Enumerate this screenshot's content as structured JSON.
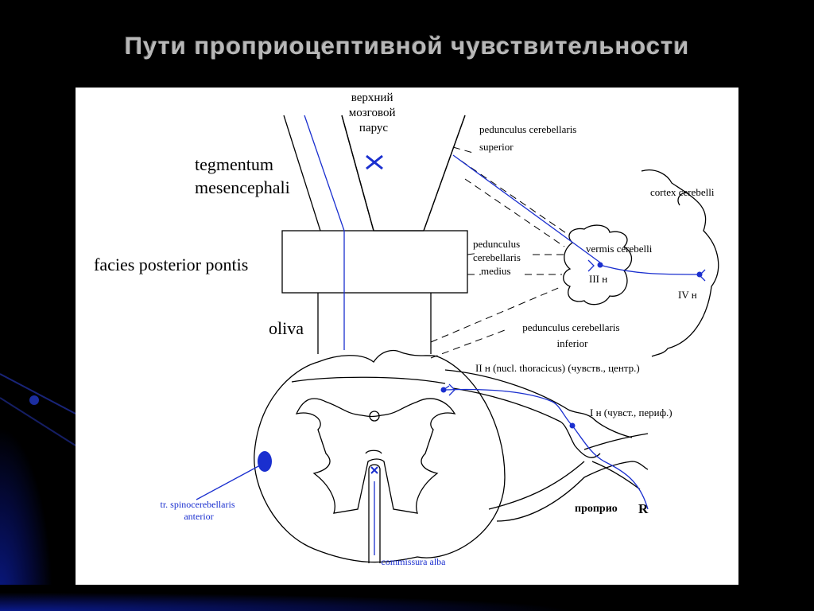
{
  "slide": {
    "title": "Пути проприоцептивной чувствительности"
  },
  "diagram": {
    "labels": {
      "velum_line1": "верхний",
      "velum_line2": "мозговой",
      "velum_line3": "парус",
      "tegmentum_line1": "tegmentum",
      "tegmentum_line2": "mesencephali",
      "facies": "facies posterior pontis",
      "oliva": "oliva",
      "ped_sup_line1": "pedunculus cerebellaris",
      "ped_sup_line2": "superior",
      "ped_med_line1": "pedunculus",
      "ped_med_line2": "cerebellaris",
      "ped_med_line3": "medius",
      "ped_inf_line1": "pedunculus cerebellaris",
      "ped_inf_line2": "inferior",
      "cortex": "cortex cerebelli",
      "vermis": "vermis cerebelli",
      "neuron3": "III н",
      "neuron4": "IV н",
      "neuron2": "II н (nucl. thoracicus) (чувств., центр.)",
      "neuron1": "I н (чувст., периф.)",
      "tract_line1": "tr. spinocerebellaris",
      "tract_line2": "anterior",
      "commissura": "commissura alba",
      "proprio": "проприо",
      "receptor": "R"
    },
    "colors": {
      "pathway": "#1a2fcf",
      "outline": "#000000"
    }
  }
}
